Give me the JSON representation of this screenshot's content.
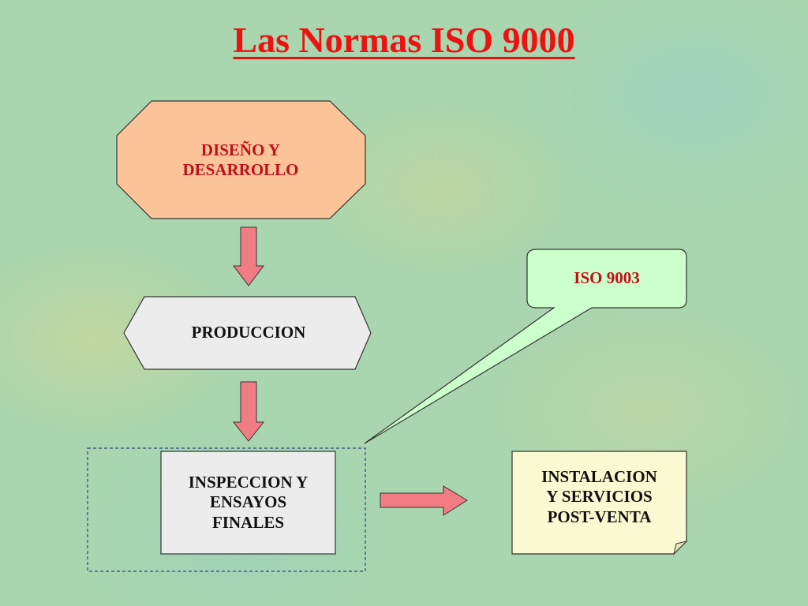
{
  "title": "Las Normas ISO 9000",
  "nodes": {
    "design": {
      "lines": [
        "DISEÑO Y",
        "DESARROLLO"
      ],
      "fill": "#fbc498",
      "text_color": "#c0101a"
    },
    "production": {
      "lines": [
        "PRODUCCION"
      ],
      "fill": "#ececec",
      "text_color": "#111111"
    },
    "inspection": {
      "lines": [
        "INSPECCION Y",
        "ENSAYOS",
        "FINALES"
      ],
      "fill": "#ececec",
      "text_color": "#111111"
    },
    "installation": {
      "lines": [
        "INSTALACION",
        "Y SERVICIOS",
        "POST-VENTA"
      ],
      "fill": "#fafad2",
      "text_color": "#111111"
    },
    "callout": {
      "lines": [
        "ISO 9003"
      ],
      "fill": "#ccffcc",
      "text_color": "#c0101a"
    }
  },
  "colors": {
    "arrow_fill": "#f27c84",
    "stroke": "#333333",
    "title": "#ee1111",
    "dashed_frame": "#334488"
  }
}
